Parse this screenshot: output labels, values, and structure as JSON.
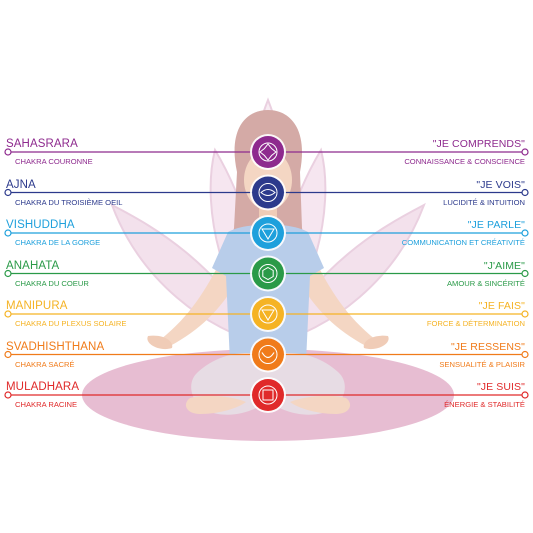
{
  "colors": {
    "background": "#ffffff",
    "lotus_petal": "#f3e1ec",
    "lotus_stroke": "#ead0e0",
    "mat": "#e4b6cd",
    "hair": "#d4aaa6",
    "skin": "#f4d6c3",
    "shirt": "#b8cdea",
    "pants": "#e7dce4"
  },
  "chakras": [
    {
      "name": "SAHASRARA",
      "subtitle": "CHAKRA COURONNE",
      "mantra": "\"JE COMPRENDS\"",
      "quality": "CONNAISSANCE & CONSCIENCE",
      "color": "#8e2a8e",
      "icon": "sahasrara-lotus-icon"
    },
    {
      "name": "AJNA",
      "subtitle": "CHAKRA DU TROISIÈME OEIL",
      "mantra": "\"JE VOIS\"",
      "quality": "LUCIDITÉ & INTUITION",
      "color": "#2c3a8c",
      "icon": "ajna-eye-icon"
    },
    {
      "name": "VISHUDDHA",
      "subtitle": "CHAKRA DE LA GORGE",
      "mantra": "\"JE PARLE\"",
      "quality": "COMMUNICATION ET CRÉATIVITÉ",
      "color": "#1ea0dc",
      "icon": "vishuddha-triangle-icon"
    },
    {
      "name": "ANAHATA",
      "subtitle": "CHAKRA DU COEUR",
      "mantra": "\"J'AIME\"",
      "quality": "AMOUR & SINCÉRITÉ",
      "color": "#2a9a48",
      "icon": "anahata-star-icon"
    },
    {
      "name": "MANIPURA",
      "subtitle": "CHAKRA DU PLEXUS SOLAIRE",
      "mantra": "\"JE FAIS\"",
      "quality": "FORCE & DÉTERMINATION",
      "color": "#f5b324",
      "icon": "manipura-triangle-icon"
    },
    {
      "name": "SVADHISHTHANA",
      "subtitle": "CHAKRA SACRÉ",
      "mantra": "\"JE RESSENS\"",
      "quality": "SENSUALITÉ & PLAISIR",
      "color": "#f07b1a",
      "icon": "svadhishthana-crescent-icon"
    },
    {
      "name": "MULADHARA",
      "subtitle": "CHAKRA RACINE",
      "mantra": "\"JE SUIS\"",
      "quality": "ÉNERGIE & STABILITÉ",
      "color": "#e02a2a",
      "icon": "muladhara-square-icon"
    }
  ]
}
